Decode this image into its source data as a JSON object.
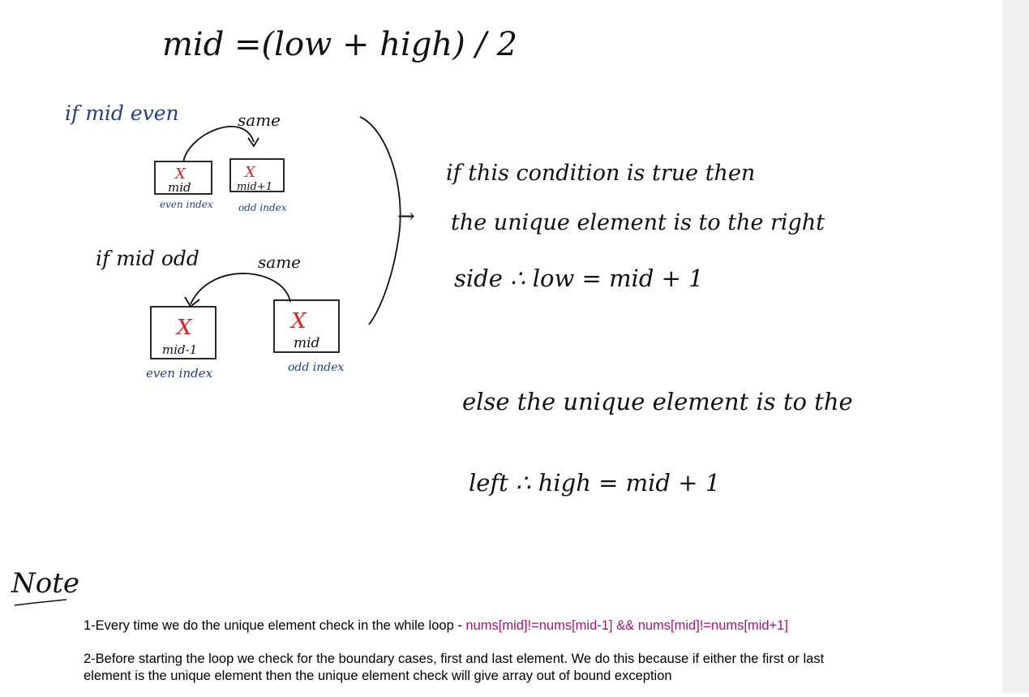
{
  "handwriting": {
    "formula": "mid =(low + high) / 2",
    "if_even": "if mid even",
    "same_top": "same",
    "box_mid_even": "mid",
    "box_mid_plus_one": "mid+1",
    "even_index_top": "even index",
    "odd_index_top": "odd index",
    "if_odd": "if mid odd",
    "same_bottom": "same",
    "box_mid_minus_one": "mid-1",
    "box_mid_odd": "mid",
    "even_index_bottom": "even index",
    "odd_index_bottom": "odd index",
    "right_line1": "if this condition is true then",
    "right_line2": "the unique element is to the right",
    "right_line3": "side ∴ low = mid + 1",
    "else_line1": "else the unique element is to the",
    "else_line2": "left ∴ high = mid + 1",
    "mark_x": "X",
    "arrow": "→"
  },
  "note": {
    "title": "Note",
    "line1_text": "1-Every time we do the unique element check in the while loop - ",
    "line1_code": "nums[mid]!=nums[mid-1] && nums[mid]!=nums[mid+1]",
    "line2a": "2-Before starting the loop we check for the boundary cases, first and last element. We do this because if either the first or last",
    "line2b": "element is the unique element then the unique element check will give array out of bound exception"
  },
  "colors": {
    "ink_black": "#111111",
    "ink_blue": "#1f3f87",
    "ink_red": "#e02020",
    "code_magenta": "#a3137c",
    "scrollbar": "#efefef"
  }
}
